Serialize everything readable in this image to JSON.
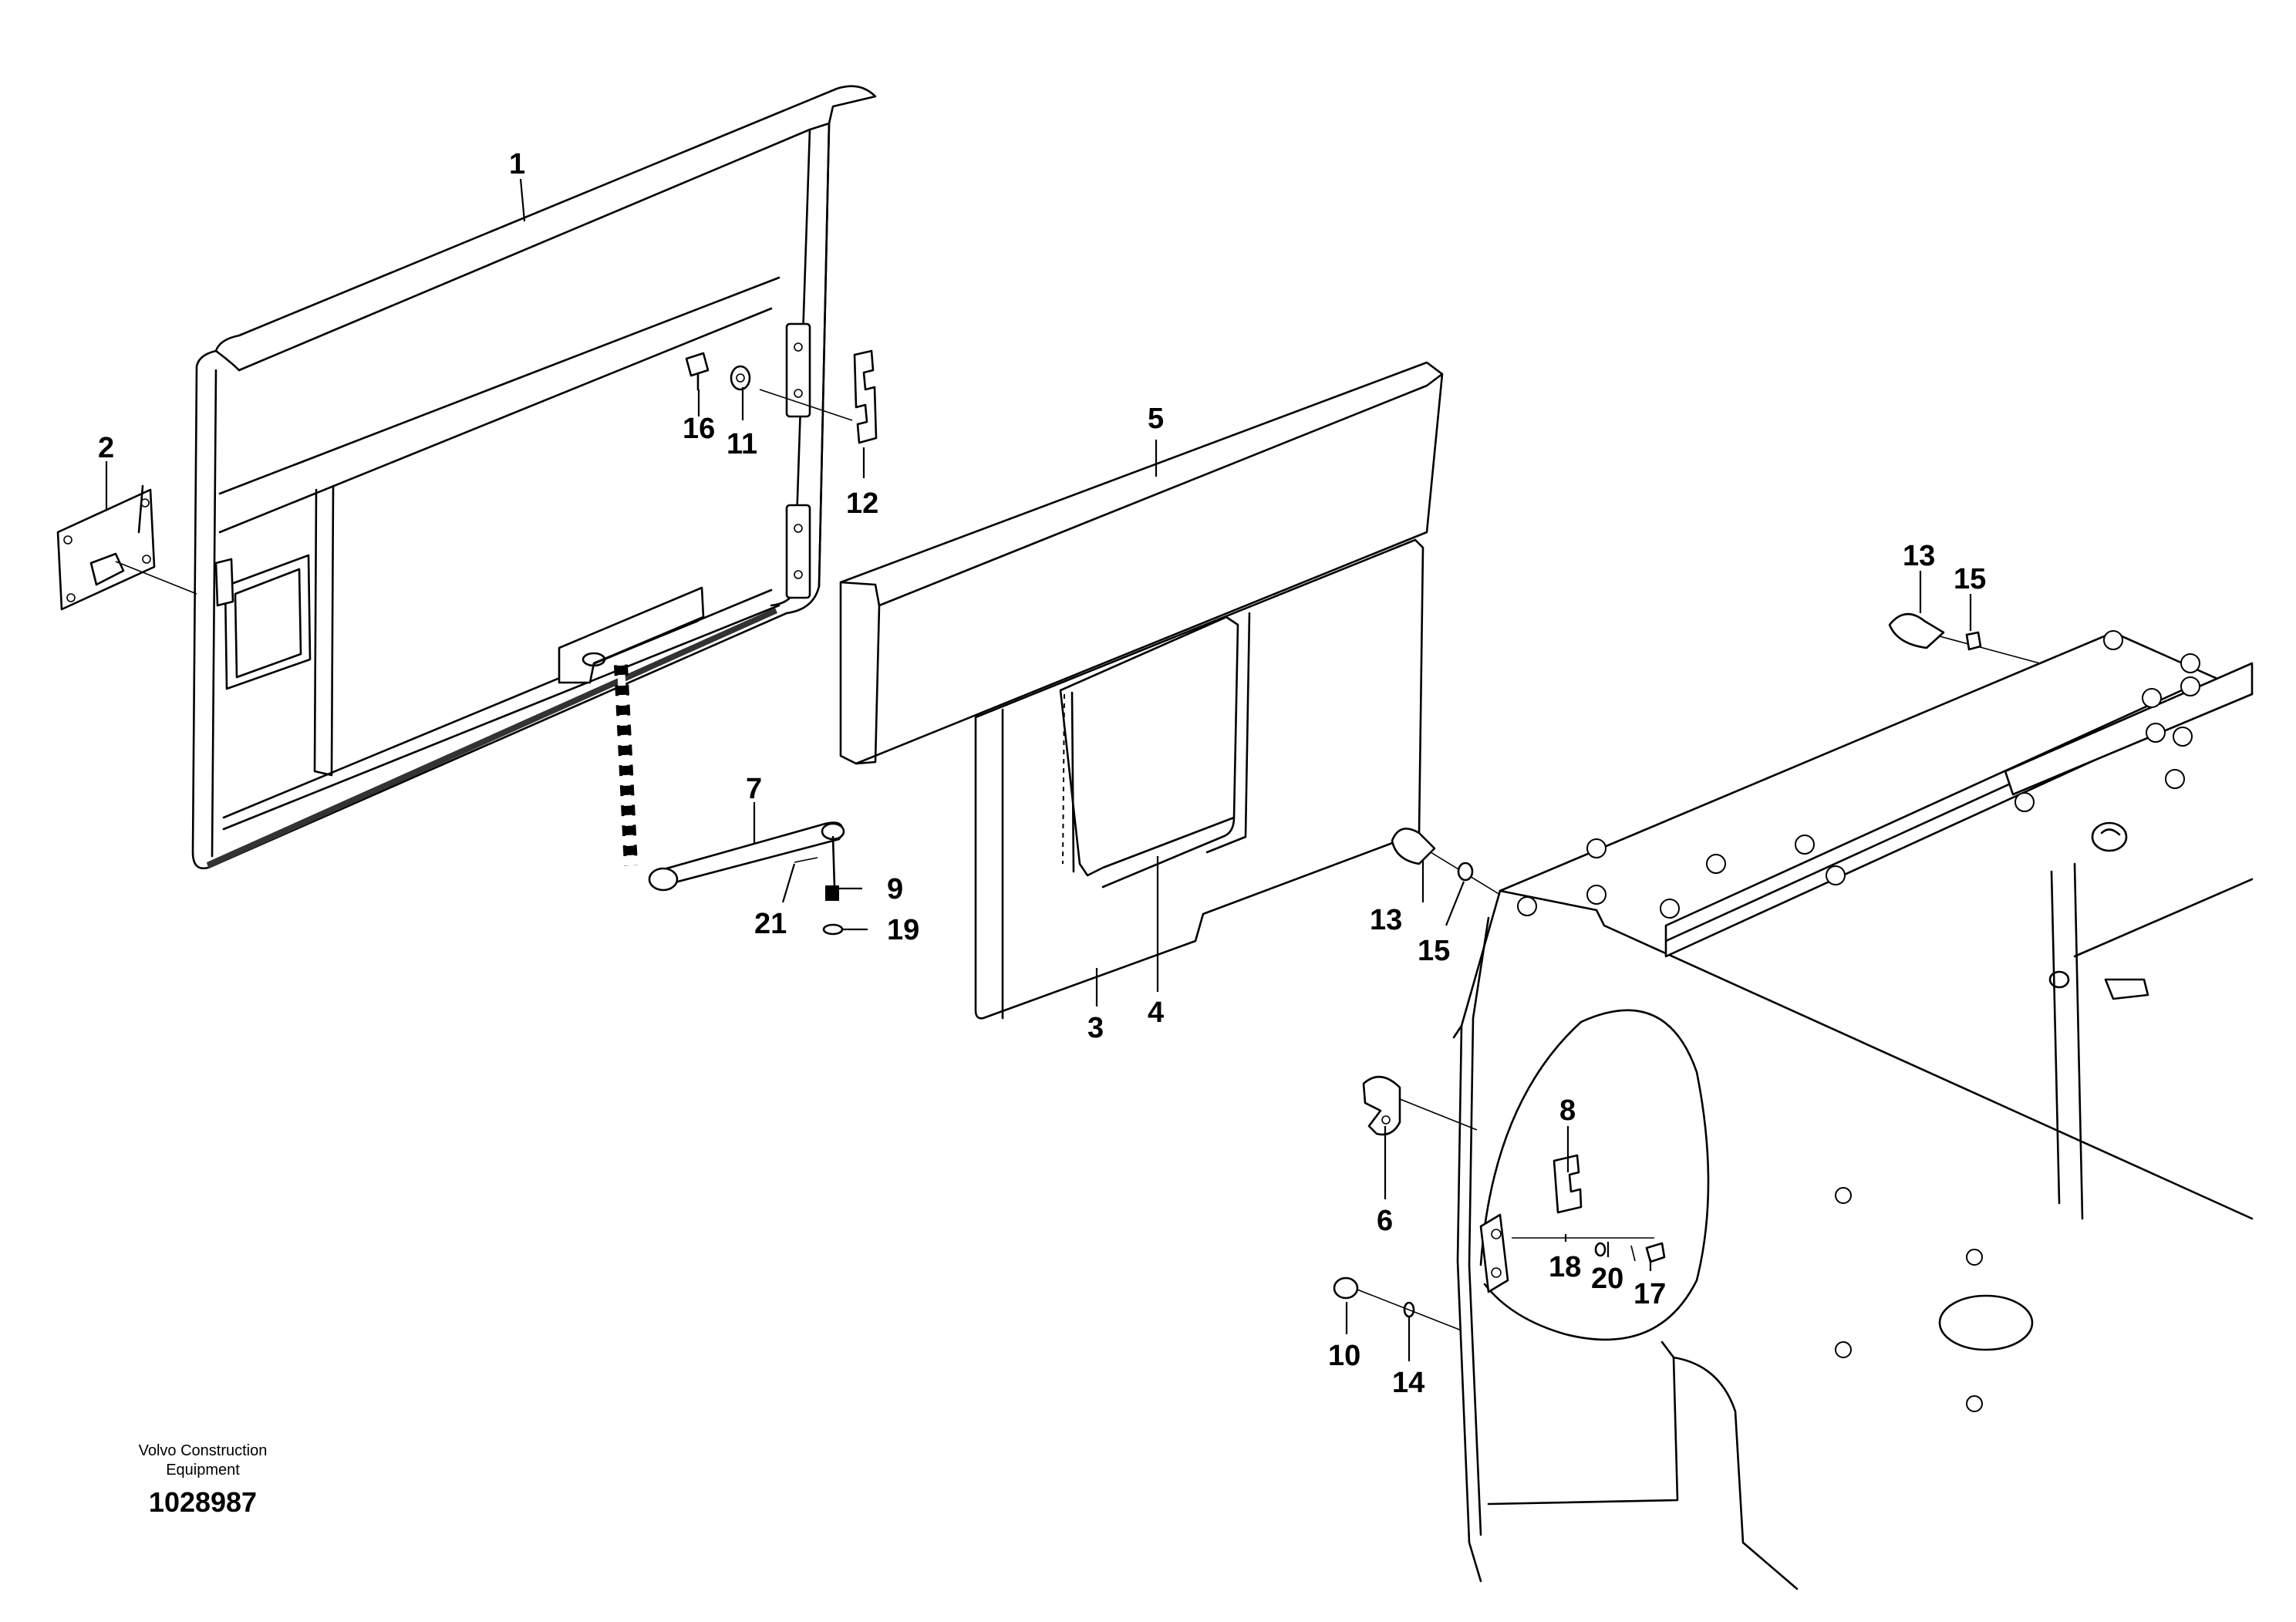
{
  "callouts": [
    {
      "id": "1",
      "label": "1"
    },
    {
      "id": "2",
      "label": "2"
    },
    {
      "id": "3",
      "label": "3"
    },
    {
      "id": "4",
      "label": "4"
    },
    {
      "id": "5",
      "label": "5"
    },
    {
      "id": "6",
      "label": "6"
    },
    {
      "id": "7",
      "label": "7"
    },
    {
      "id": "8",
      "label": "8"
    },
    {
      "id": "9",
      "label": "9"
    },
    {
      "id": "10",
      "label": "10"
    },
    {
      "id": "11",
      "label": "11"
    },
    {
      "id": "12",
      "label": "12"
    },
    {
      "id": "13a",
      "label": "13"
    },
    {
      "id": "13b",
      "label": "13"
    },
    {
      "id": "14",
      "label": "14"
    },
    {
      "id": "15a",
      "label": "15"
    },
    {
      "id": "15b",
      "label": "15"
    },
    {
      "id": "16",
      "label": "16"
    },
    {
      "id": "17",
      "label": "17"
    },
    {
      "id": "18",
      "label": "18"
    },
    {
      "id": "19",
      "label": "19"
    },
    {
      "id": "20",
      "label": "20"
    },
    {
      "id": "21",
      "label": "21"
    }
  ],
  "footer": {
    "company_line1": "Volvo Construction",
    "company_line2": "Equipment",
    "drawing_number": "1028987"
  }
}
